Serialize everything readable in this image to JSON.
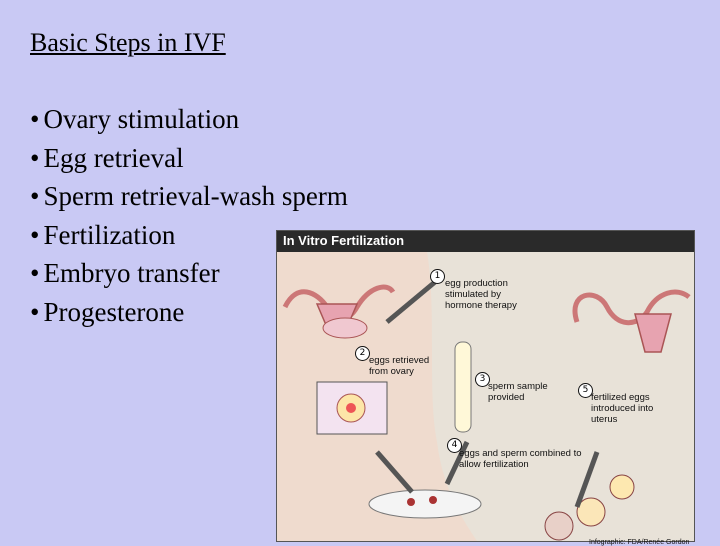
{
  "slide": {
    "title": "Basic Steps in IVF",
    "bullets": [
      "Ovary stimulation",
      "Egg retrieval",
      "Sperm retrieval-wash sperm",
      "Fertilization",
      "Embryo transfer",
      "Progesterone"
    ]
  },
  "infographic": {
    "title": "In Vitro Fertilization",
    "steps": [
      {
        "num": "1",
        "text": "egg production stimulated by hormone therapy"
      },
      {
        "num": "2",
        "text": "eggs retrieved from ovary"
      },
      {
        "num": "3",
        "text": "sperm sample provided"
      },
      {
        "num": "4",
        "text": "eggs and sperm combined to allow fertilization"
      },
      {
        "num": "5",
        "text": "fertilized eggs introduced into uterus"
      }
    ],
    "credit": "Infographic: FDA/Renée Gordon"
  }
}
